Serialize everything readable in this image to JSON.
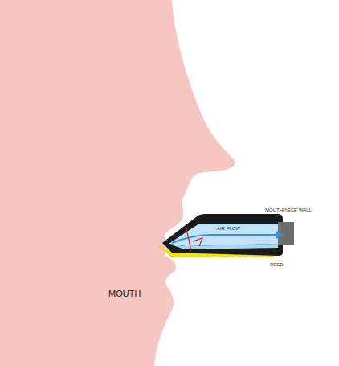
{
  "diagram": {
    "labels": [
      "MOUTHPIECE WALL",
      "AIR FLOW",
      "REED",
      "MOUTH"
    ]
  }
}
